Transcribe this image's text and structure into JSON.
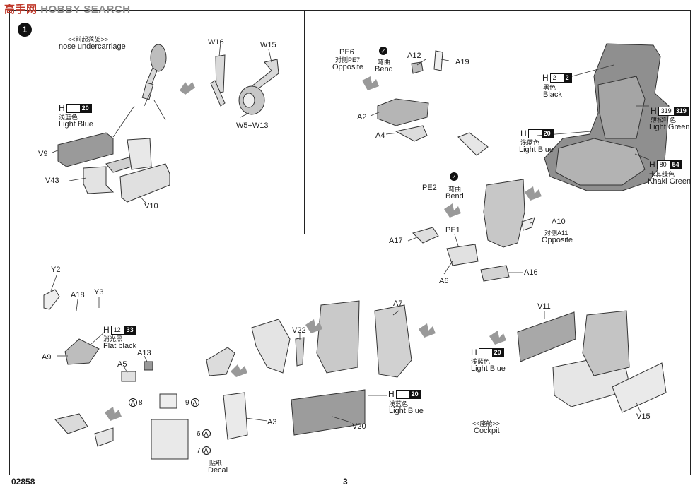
{
  "header": {
    "watermark": "HOBBY SEARCH",
    "watermark_cn": "高手网",
    "step_number": "1"
  },
  "nose": {
    "title_cn": "<<前起落架>>",
    "title_en": "nose undercarriage",
    "parts": {
      "w16": "W16",
      "w15": "W15",
      "w5w13": "W5+W13",
      "v9": "V9",
      "v43": "V43",
      "v10": "V10"
    },
    "color": {
      "h": "H",
      "code": "",
      "num": "20",
      "name_cn": "浅蓝色",
      "name_en": "Light Blue"
    }
  },
  "seat": {
    "parts": {
      "pe6": "PE6",
      "pe6_opp_cn": "对侧PE7",
      "pe6_opp_en": "Opposite",
      "bend_cn": "弯曲",
      "bend_en": "Bend",
      "a12": "A12",
      "a19": "A19",
      "a2": "A2",
      "a4": "A4",
      "pe2": "PE2",
      "bend2_cn": "弯曲",
      "bend2_en": "Bend",
      "a10": "A10",
      "a10_opp_cn": "对侧A11",
      "a10_opp_en": "Opposite",
      "a17": "A17",
      "pe1": "PE1",
      "a6": "A6",
      "a16": "A16"
    },
    "colors": [
      {
        "h": "H",
        "code": "2",
        "num": "2",
        "name_cn": "黑色",
        "name_en": "Black"
      },
      {
        "h": "H",
        "code": "319",
        "num": "319",
        "name_cn": "薄松叶色",
        "name_en": "Light Green"
      },
      {
        "h": "H",
        "code": "",
        "num": "20",
        "name_cn": "浅蓝色",
        "name_en": "Light Blue"
      },
      {
        "h": "H",
        "code": "80",
        "num": "54",
        "name_cn": "卡其绿色",
        "name_en": "Khaki Green"
      }
    ]
  },
  "panel": {
    "parts": {
      "y2": "Y2",
      "a18": "A18",
      "y3": "Y3",
      "a9": "A9",
      "a13": "A13",
      "a5": "A5",
      "a3": "A3"
    },
    "color": {
      "h": "H",
      "code": "12",
      "num": "33",
      "name_cn": "消光黑",
      "name_en": "Flat black"
    },
    "decals": {
      "d8": "8",
      "d9": "9",
      "d6": "6",
      "d7": "7",
      "decal_a": "A",
      "decal_cn": "贴纸",
      "decal_en": "Decal"
    }
  },
  "tub": {
    "parts": {
      "v22": "V22",
      "a7": "A7",
      "v20": "V20"
    },
    "color": {
      "h": "H",
      "code": "",
      "num": "20",
      "name_cn": "浅蓝色",
      "name_en": "Light Blue"
    }
  },
  "cockpit": {
    "parts": {
      "v11": "V11",
      "v15": "V15"
    },
    "color": {
      "h": "H",
      "code": "",
      "num": "20",
      "name_cn": "浅蓝色",
      "name_en": "Light Blue"
    },
    "title_cn": "<<座舱>>",
    "title_en": "Cockpit"
  },
  "footer": {
    "kit_number": "02858",
    "page_number": "3"
  }
}
